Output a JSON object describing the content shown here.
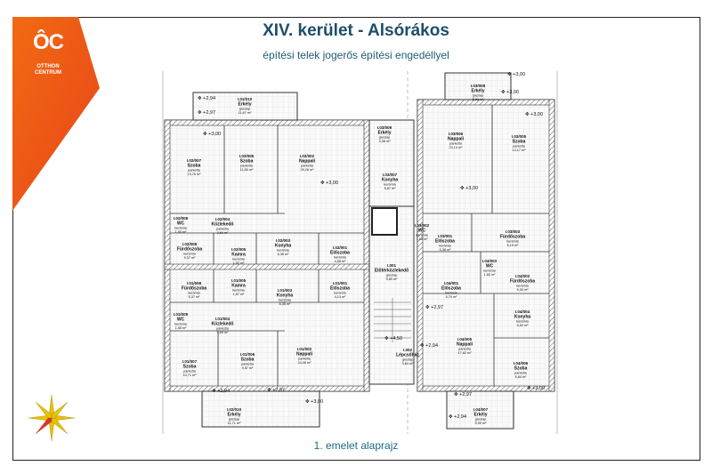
{
  "header": {
    "title": "XIV. kerület - Alsórákos",
    "subtitle": "építési telek jogerős építési engedéllyel"
  },
  "brand": {
    "mark": "ÔC",
    "name_line1": "OTTHON",
    "name_line2": "CENTRUM",
    "color": "#f05a14"
  },
  "caption": "1. emelet alaprajz",
  "plan": {
    "rooms": [
      {
        "id": "I.01/010",
        "name": "Erkély",
        "floor": "greslap",
        "area": "11,67 m²"
      },
      {
        "id": "I.02/007",
        "name": "Szoba",
        "floor": "parketta",
        "area": "13,76 m²"
      },
      {
        "id": "I.02/006",
        "name": "Szoba",
        "floor": "parketta",
        "area": "11,80 m²"
      },
      {
        "id": "I.02/002",
        "name": "Nappali",
        "floor": "parketta",
        "area": "29,26 m²"
      },
      {
        "id": "I.02/009",
        "name": "WC",
        "floor": "kerámia",
        "area": "1,65 m²"
      },
      {
        "id": "I.02/004",
        "name": "Közlekedő",
        "floor": "parketta",
        "area": "3,69 m²"
      },
      {
        "id": "I.02/008",
        "name": "Fürdőszoba",
        "floor": "kerámia",
        "area": "5,37 m²"
      },
      {
        "id": "I.02/005",
        "name": "Kamra",
        "floor": "kerámia",
        "area": "1,52 m²"
      },
      {
        "id": "I.02/003",
        "name": "Konyha",
        "floor": "kerámia",
        "area": "6,35 m²"
      },
      {
        "id": "I.02/001",
        "name": "Előszoba",
        "floor": "kerámia",
        "area": "4,58 m²"
      },
      {
        "id": "I.01/008",
        "name": "Fürdőszoba",
        "floor": "kerámia",
        "area": "5,37 m²"
      },
      {
        "id": "I.01/005",
        "name": "Kamra",
        "floor": "kerámia",
        "area": "1,57 m²"
      },
      {
        "id": "I.01/003",
        "name": "Konyha",
        "floor": "kerámia",
        "area": "6,35 m²"
      },
      {
        "id": "I.01/001",
        "name": "Előszoba",
        "floor": "kerámia",
        "area": "4,13 m²"
      },
      {
        "id": "I.01/009",
        "name": "WC",
        "floor": "kerámia",
        "area": "1,65 m²"
      },
      {
        "id": "I.01/004",
        "name": "Közlekedő",
        "floor": "parketta",
        "area": "3,69 m²"
      },
      {
        "id": "I.01/007",
        "name": "Szoba",
        "floor": "parketta",
        "area": "10,71 m²"
      },
      {
        "id": "I.01/006",
        "name": "Szoba",
        "floor": "parketta",
        "area": "9,57 m²"
      },
      {
        "id": "I.01/002",
        "name": "Nappali",
        "floor": "parketta",
        "area": "24,08 m²"
      },
      {
        "id": "I.02/010",
        "name": "Erkély",
        "floor": "greslap",
        "area": "11,71 m²"
      },
      {
        "id": "I.001",
        "name": "Előtérközlekedő",
        "floor": "greslap",
        "area": "5,89 m²"
      },
      {
        "id": "I.002",
        "name": "Lépcsőház",
        "floor": "greslap",
        "area": "3,84 m²"
      },
      {
        "id": "I.03/009",
        "name": "Erkély",
        "floor": "greslap",
        "area": "3,38 m²"
      },
      {
        "id": "I.03/007",
        "name": "Konyha",
        "floor": "kerámia",
        "area": "6,87 m²"
      },
      {
        "id": "I.03/008",
        "name": "Erkély",
        "floor": "greslap",
        "area": "5,83 m²"
      },
      {
        "id": "I.03/006",
        "name": "Nappali",
        "floor": "parketta",
        "area": "23,14 m²"
      },
      {
        "id": "I.03/005",
        "name": "Szoba",
        "floor": "parketta",
        "area": "14,17 m²"
      },
      {
        "id": "I.03/002",
        "name": "WC",
        "floor": "kerámia",
        "area": "1,65 m²"
      },
      {
        "id": "I.03/001",
        "name": "Előszoba",
        "floor": "kerámia",
        "area": "5,38 m²"
      },
      {
        "id": "I.03/003",
        "name": "Fürdőszoba",
        "floor": "kerámia",
        "area": "6,19 m²"
      },
      {
        "id": "I.04/003",
        "name": "WC",
        "floor": "kerámia",
        "area": "1,65 m²"
      },
      {
        "id": "I.04/002",
        "name": "Fürdőszoba",
        "floor": "kerámia",
        "area": "5,30 m²"
      },
      {
        "id": "I.04/001",
        "name": "Előszoba",
        "floor": "kerámia",
        "area": "5,79 m²"
      },
      {
        "id": "I.04/004",
        "name": "Konyha",
        "floor": "kerámia",
        "area": "5,52 m²"
      },
      {
        "id": "I.04/005",
        "name": "Nappali",
        "floor": "parketta",
        "area": "17,82 m²"
      },
      {
        "id": "I.04/006",
        "name": "Szoba",
        "floor": "parketta",
        "area": "5,84 m²"
      },
      {
        "id": "I.04/007",
        "name": "Erkély",
        "floor": "greslap",
        "area": "5,90 m²"
      }
    ],
    "levels": [
      "+3,00",
      "+2,94",
      "+2,97",
      "+4,50",
      "+3,00",
      "+3,00",
      "+2,94",
      "+2,97",
      "+3,00",
      "+3,00",
      "+3,00",
      "+3,00",
      "+2,97",
      "+2,94",
      "+2,97",
      "+2,94",
      "+3,00"
    ]
  }
}
